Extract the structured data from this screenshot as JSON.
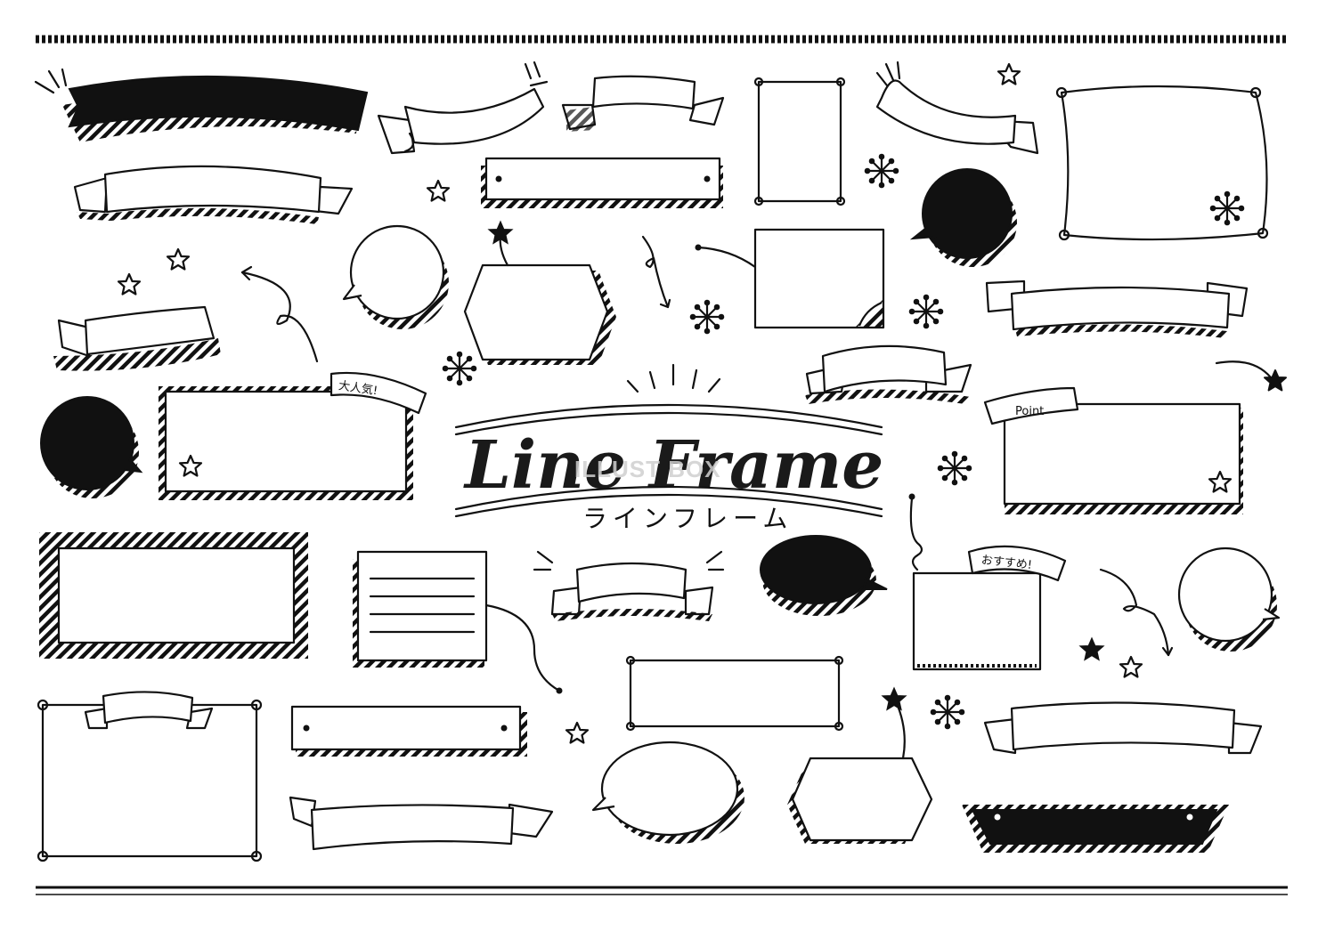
{
  "title": "Line Frame",
  "subtitle": "ラインフレーム",
  "watermark": "ILLUST BOX",
  "tags": {
    "popular": "大人気!",
    "point": "Point",
    "recommended": "おすすめ!"
  },
  "colors": {
    "ink": "#111111",
    "paper": "#ffffff"
  }
}
